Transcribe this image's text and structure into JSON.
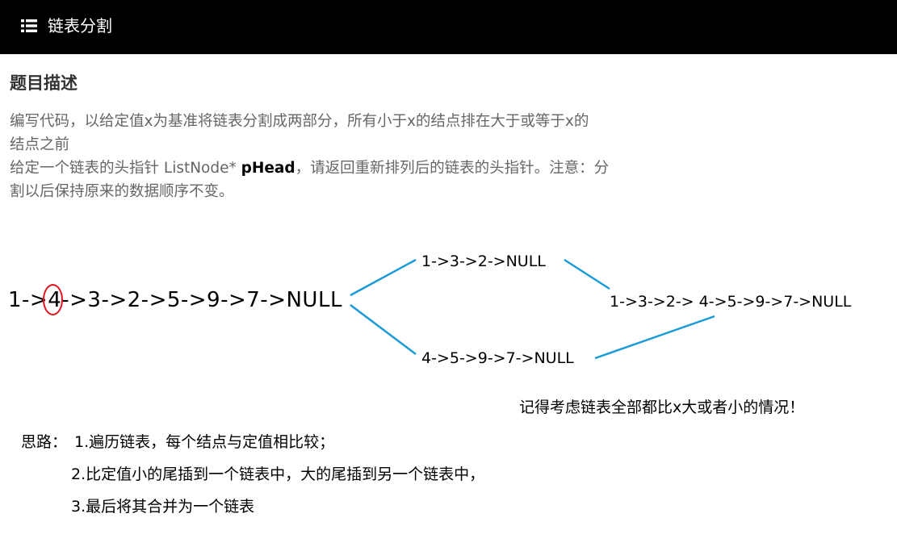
{
  "header": {
    "menu_icon": "list-icon",
    "title": "链表分割",
    "background": "#000000"
  },
  "problem": {
    "section_title": "题目描述",
    "line1": "编写代码，以给定值x为基准将链表分割成两部分，所有小于x的结点排在大于或等于x的",
    "line2": "结点之前",
    "line3_before": "给定一个链表的头指针 ListNode* ",
    "line3_bold": "pHead",
    "line3_after": "，请返回重新排列后的链表的头指针。注意：分",
    "line4": "割以后保持原来的数据顺序不变。"
  },
  "diagram": {
    "original_prefix": "1->",
    "original_pivot": "4",
    "original_suffix": "->3->2->5->9->7->NULL",
    "small_list": "1->3->2->NULL",
    "large_list": "4->5->9->7->NULL",
    "merged_list": "1->3->2-> 4->5->9->7->NULL",
    "arrow_color": "#1a9ad6",
    "highlight_color": "#e0141e",
    "note": "记得考虑链表全部都比x大或者小的情况！"
  },
  "idea": {
    "label": "思路：",
    "step1": "1.遍历链表，每个结点与定值相比较；",
    "step2": "2.比定值小的尾插到一个链表中，大的尾插到另一个链表中，",
    "step3": "3.最后将其合并为一个链表"
  }
}
